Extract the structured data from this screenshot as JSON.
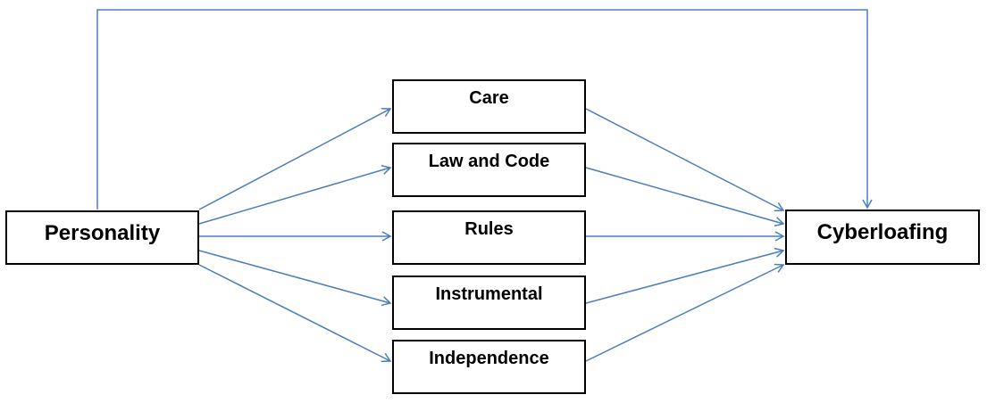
{
  "diagram": {
    "nodes": {
      "personality": "Personality",
      "cyberloafing": "Cyberloafing",
      "care": "Care",
      "law_and_code": "Law and Code",
      "rules": "Rules",
      "instrumental": "Instrumental",
      "independence": "Independence"
    },
    "edges": [
      {
        "from": "personality",
        "to": "care"
      },
      {
        "from": "personality",
        "to": "law_and_code"
      },
      {
        "from": "personality",
        "to": "rules"
      },
      {
        "from": "personality",
        "to": "instrumental"
      },
      {
        "from": "personality",
        "to": "independence"
      },
      {
        "from": "care",
        "to": "cyberloafing"
      },
      {
        "from": "law_and_code",
        "to": "cyberloafing"
      },
      {
        "from": "rules",
        "to": "cyberloafing"
      },
      {
        "from": "instrumental",
        "to": "cyberloafing"
      },
      {
        "from": "independence",
        "to": "cyberloafing"
      },
      {
        "from": "personality",
        "to": "cyberloafing"
      }
    ],
    "colors": {
      "arrow": "#4a7ebb",
      "box_border": "#000000",
      "text": "#000000",
      "background": "#ffffff"
    }
  }
}
